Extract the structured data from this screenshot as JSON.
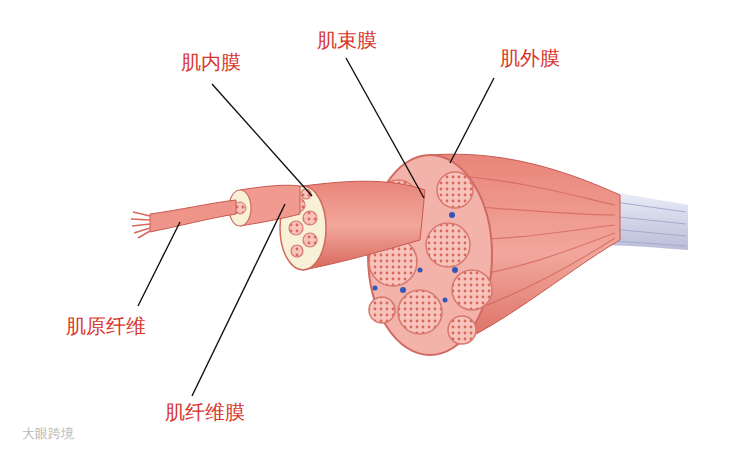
{
  "diagram": {
    "labels": [
      "肌内膜",
      "肌束膜",
      "肌外膜",
      "肌原纤维",
      "肌纤维膜",
      "大眼跨境"
    ]
  }
}
